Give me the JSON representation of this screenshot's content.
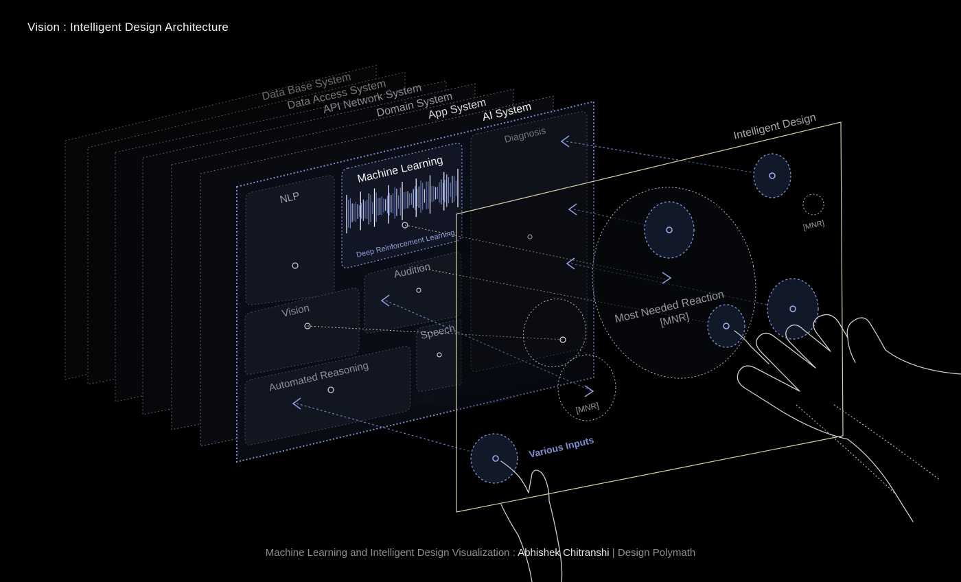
{
  "header": {
    "title": "Vision : Intelligent Design Architecture"
  },
  "layers": {
    "database": "Data Base System",
    "data_access": "Data Access System",
    "api_network": "API Network System",
    "domain": "Domain System",
    "app": "App System",
    "ai": "AI System"
  },
  "ai_modules": {
    "nlp": "NLP",
    "machine_learning": "Machine Learning",
    "deep_rl": "Deep Reinforcement Learning",
    "audition": "Audition",
    "vision": "Vision",
    "speech": "Speech",
    "automated_reasoning": "Automated Reasoning",
    "diagnosis": "Diagnosis"
  },
  "screen": {
    "title": "Intelligent Design",
    "mnr_small": "[MNR]",
    "mnr_main_title": "Most Needed Reaction",
    "mnr_main_abbr": "[MNR]",
    "mnr_left": "[MNR]",
    "various_inputs": "Various Inputs"
  },
  "footer": {
    "prefix": "Machine Learning and Intelligent Design Visualization :",
    "author": "Abhishek Chitranshi",
    "separator": "|",
    "role": "Design Polymath"
  },
  "colors": {
    "background": "#000000",
    "accent_blue": "#6b7fc4",
    "panel_line": "#8a8f9c",
    "screen_frame": "#d9cfa8"
  }
}
